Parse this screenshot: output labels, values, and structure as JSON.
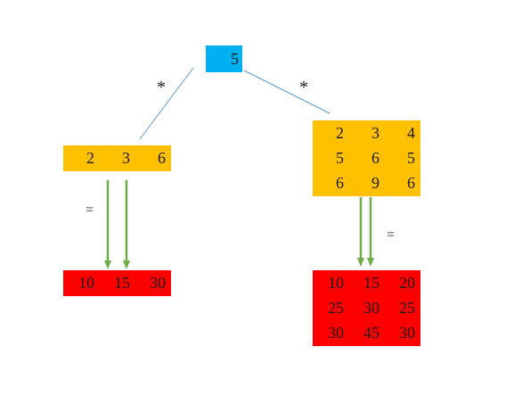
{
  "colors": {
    "scalar_fill": "#00B0F0",
    "operand_fill": "#FFC000",
    "result_fill": "#FF0000",
    "line": "#5B9BD5",
    "arrow": "#70AD47"
  },
  "scalar": {
    "value": "5"
  },
  "operators": {
    "multiply_left": "*",
    "multiply_right": "*"
  },
  "equals": {
    "left": "=",
    "right": "="
  },
  "left": {
    "operand": [
      [
        "2",
        "3",
        "6"
      ]
    ],
    "result": [
      [
        "10",
        "15",
        "30"
      ]
    ]
  },
  "right": {
    "operand": [
      [
        "2",
        "3",
        "4"
      ],
      [
        "5",
        "6",
        "5"
      ],
      [
        "6",
        "9",
        "6"
      ]
    ],
    "result": [
      [
        "10",
        "15",
        "20"
      ],
      [
        "25",
        "30",
        "25"
      ],
      [
        "30",
        "45",
        "30"
      ]
    ]
  }
}
